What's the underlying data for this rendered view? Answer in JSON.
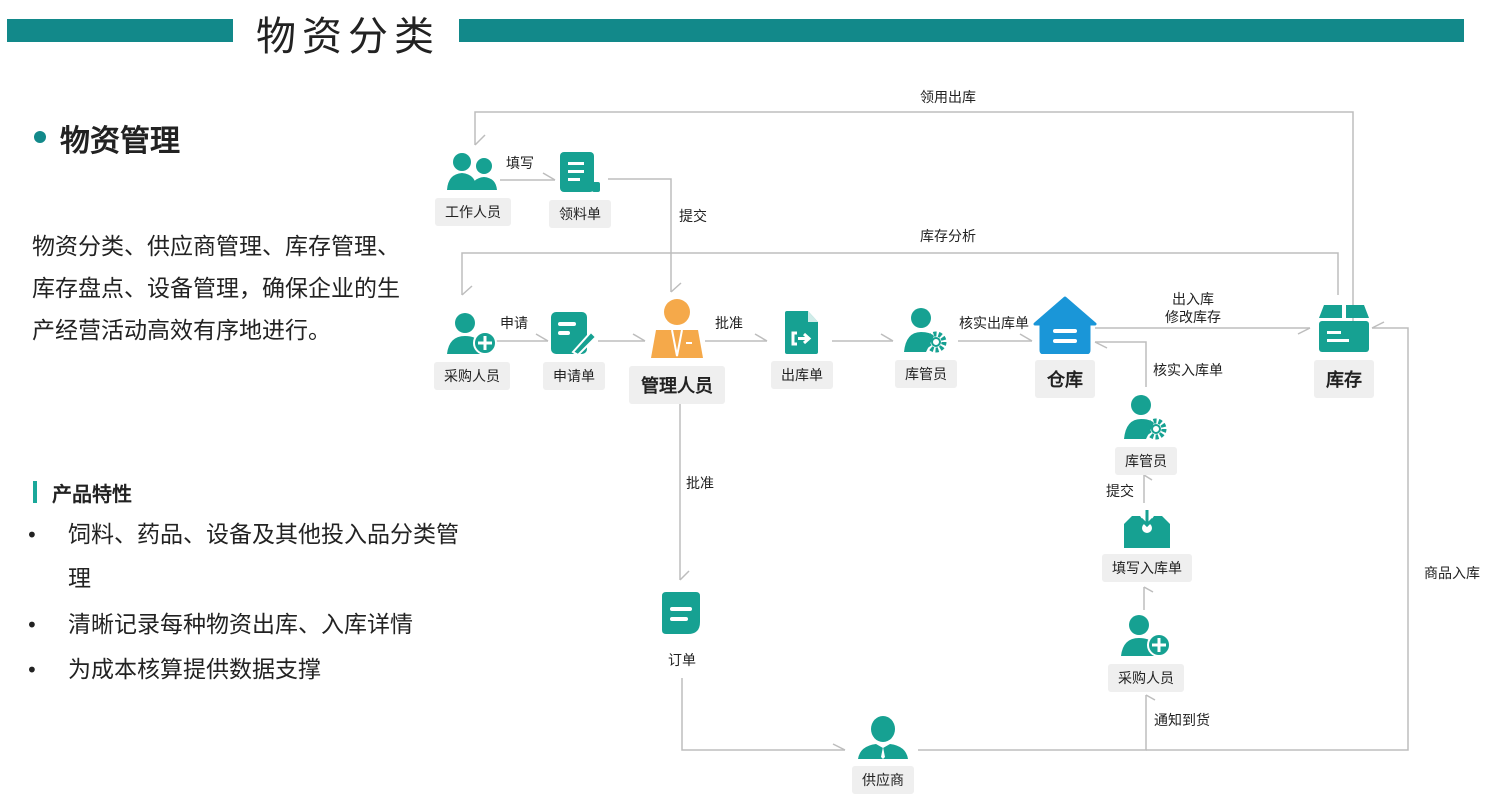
{
  "header": {
    "title": "物资分类"
  },
  "left": {
    "heading": "物资管理",
    "description": "物资分类、供应商管理、库存管理、库存盘点、设备管理，确保企业的生产经营活动高效有序地进行。",
    "features_title": "产品特性",
    "bullet": "•",
    "features": [
      "饲料、药品、设备及其他投入品分类管理",
      "清晰记录每种物资出库、入库详情",
      "为成本核算提供数据支撑"
    ]
  },
  "diagram": {
    "nodes": {
      "worker": "工作人员",
      "requisition_form": "领料单",
      "purchaser": "采购人员",
      "application_form": "申请单",
      "manager": "管理人员",
      "outbound_form": "出库单",
      "keeper": "库管员",
      "warehouse": "仓库",
      "inventory": "库存",
      "keeper2": "库管员",
      "inbound_form": "填写入库单",
      "purchaser2": "采购人员",
      "order": "订单",
      "supplier": "供应商"
    },
    "edges": {
      "use_outbound": "领用出库",
      "fill": "填写",
      "submit": "提交",
      "inventory_analysis": "库存分析",
      "apply": "申请",
      "approve": "批准",
      "verify_outbound": "核实出库单",
      "in_out_line1": "出入库",
      "in_out_line2": "修改库存",
      "verify_inbound": "核实入库单",
      "submit2": "提交",
      "approve2": "批准",
      "notify_arrival": "通知到货",
      "goods_inbound": "商品入库"
    },
    "colors": {
      "teal": "#16a192",
      "orange": "#f5a94a",
      "blue": "#1a96d8",
      "line": "#bdbdbd",
      "header": "#12898a"
    }
  }
}
